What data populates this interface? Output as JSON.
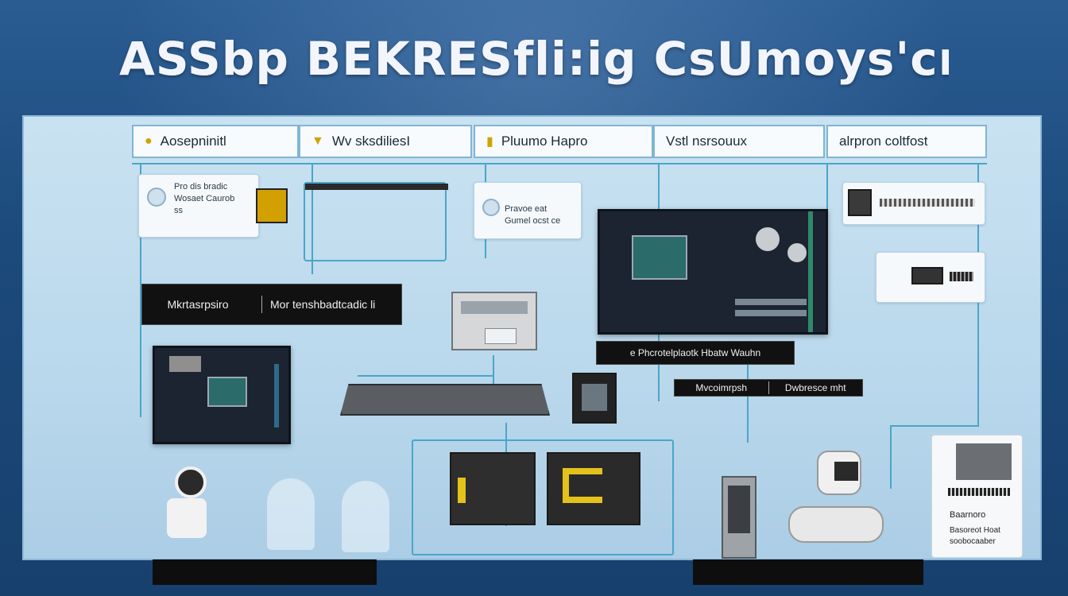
{
  "title": "ASSbp BEKRESfli:ig CsUmoys'croR",
  "stages": [
    {
      "label": "Aosepninitl"
    },
    {
      "label": "Wv sksdiliesI"
    },
    {
      "label": "Pluumo Hapro"
    },
    {
      "label": "Vstl nsrsouux"
    },
    {
      "label": "alrpron coltfost"
    }
  ],
  "cards": {
    "card1": {
      "line1": "Pro dis bradic",
      "line2": "Wosaet Caurob",
      "line3": "ss"
    },
    "card2": {
      "line1": "Pravoe eat",
      "line2": "Gumel ocst ce"
    }
  },
  "labels": {
    "label_a_left": "Mkrtasrpsiro",
    "label_a_right": "Mor tenshbadtcadic li",
    "label_b": "e Phcrotelplaotk Hbatw Wauhn",
    "label_c_left": "Mvcoimrpsh",
    "label_c_right": "Dwbresce mht",
    "panel_text1": "Baarnoro",
    "panel_text2": "Basoreot Hoat",
    "panel_text3": "soobocaaber"
  },
  "colors": {
    "background": "#1e4a7a",
    "board": "#c9e2f1",
    "wire": "#4aa6c9",
    "accent": "#e3c21c"
  }
}
